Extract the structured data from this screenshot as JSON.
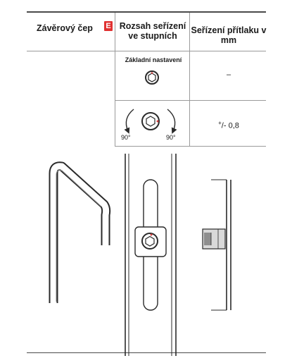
{
  "table": {
    "col1_header": "Závěrový čep",
    "badge_letter": "E",
    "col2_header_line1": "Rozsah seřízení",
    "col2_header_line2": "ve stupních",
    "col3_header_line1": "Seřízení přítlaku v",
    "col3_header_line2": "mm",
    "rows": [
      {
        "label": "Základní nastavení",
        "value": "–"
      },
      {
        "angle_left": "90°",
        "angle_right": "90°",
        "value_sup": "+",
        "value": "/- 0,8"
      }
    ]
  },
  "colors": {
    "badge": "#e03030",
    "lines": "#4a4a4a",
    "drawing": "#2a2a2a"
  }
}
